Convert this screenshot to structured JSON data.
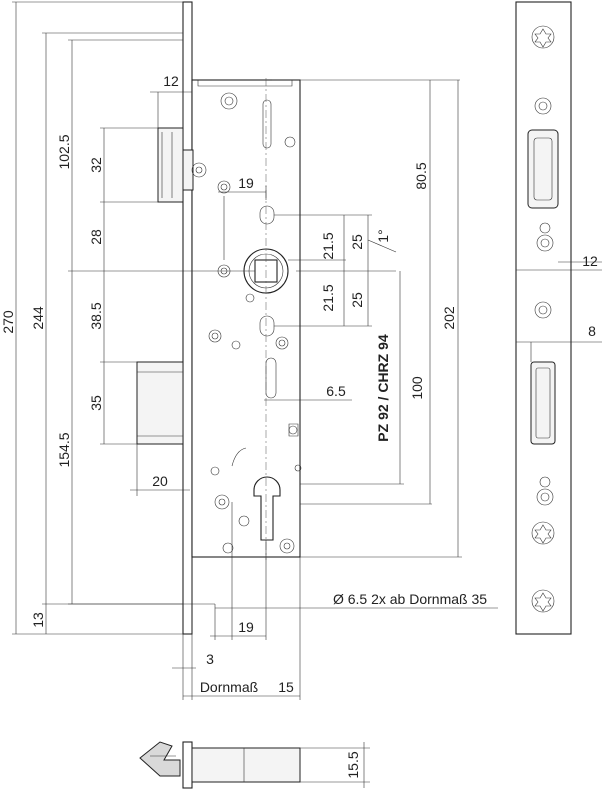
{
  "dimensions": {
    "overall_270": "270",
    "height_244": "244",
    "top_102_5": "102.5",
    "latch_32": "32",
    "width_12_top": "12",
    "to_follower_28": "28",
    "below_38_5": "38.5",
    "bolt_35": "35",
    "bottom_154_5": "154.5",
    "bolt_throw_20": "20",
    "bottom_13": "13",
    "offset_19_top": "19",
    "offset_19_bottom": "19",
    "follower_21_5_a": "21.5",
    "follower_21_5_b": "21.5",
    "follower_25_a": "25",
    "follower_25_b": "25",
    "angle_1": "1°",
    "upper_80_5": "80.5",
    "distance_202": "202",
    "distance_100": "100",
    "hole_6_5": "6.5",
    "offset_3": "3",
    "backset_label": "Dornmaß",
    "backset_15": "15",
    "faceplate_12": "12",
    "faceplate_8": "8",
    "height_15_5": "15.5"
  },
  "notes": {
    "cylinder_note": "PZ 92 / CHRZ 94",
    "hole_note": "Ø 6.5  2x ab Dornmaß 35"
  },
  "icons": {
    "torx": "torx-screw-icon",
    "screw": "round-screw-icon"
  }
}
